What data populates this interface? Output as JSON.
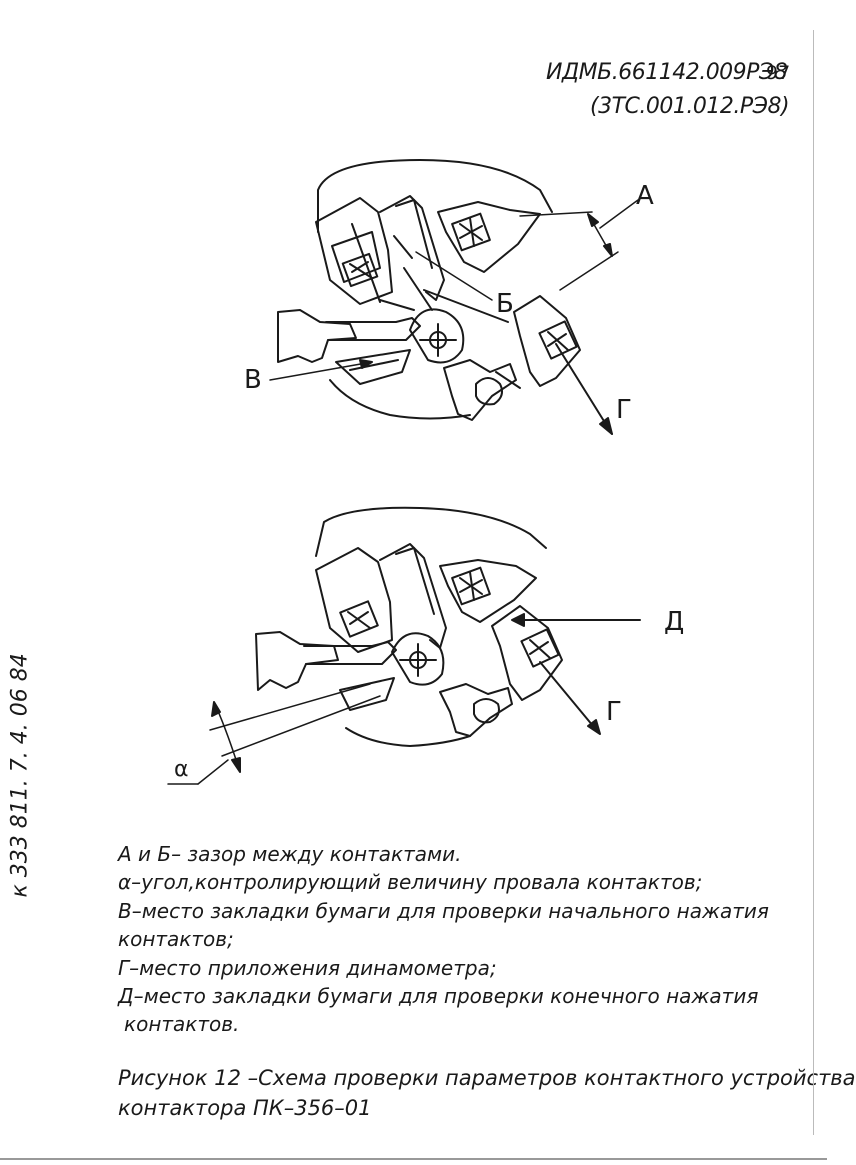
{
  "header": {
    "doc_code": "ИДМБ.661142.009РЭ8",
    "page_number": "97",
    "alt_code": "(3ТС.001.012.РЭ8)"
  },
  "margin_note": "к 333 811. 7. 4. 06 84",
  "figure_top": {
    "label_a": "А",
    "label_b": "Б",
    "label_v": "В",
    "label_g": "Г"
  },
  "figure_bottom": {
    "label_d": "Д",
    "label_g": "Г",
    "label_alpha": "α"
  },
  "legend": {
    "line1": "А и Б– зазор между контактами.",
    "line2": "α–угол,контролирующий величину провала контактов;",
    "line3": "В–место закладки бумаги для проверки начального нажатия",
    "line4": "контактов;",
    "line5": "Г–место приложения динамометра;",
    "line6": "Д–место закладки бумаги для проверки конечного нажатия",
    "line7": "контактов."
  },
  "caption": {
    "line1": "Рисунок 12  –Схема проверки параметров контактного устройства",
    "line2": "контактора ПК–356–01"
  }
}
